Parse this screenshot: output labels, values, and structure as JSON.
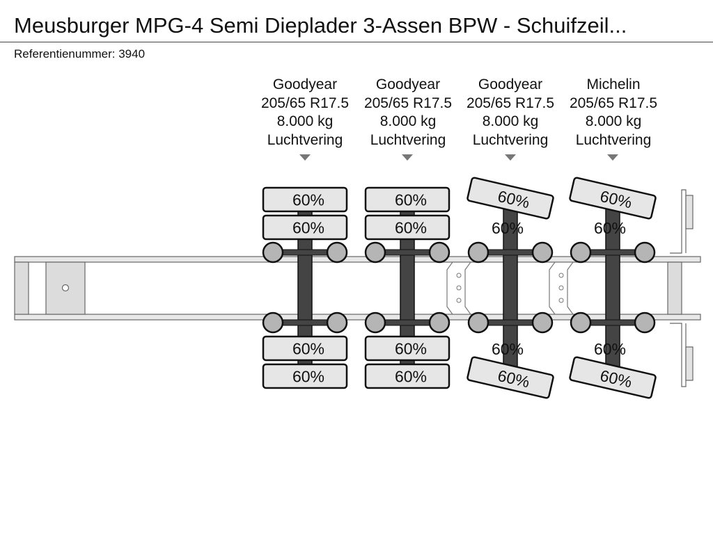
{
  "title": "Meusburger MPG-4 Semi Dieplader 3-Assen BPW - Schuifzeil...",
  "reference": "Referentienummer: 3940",
  "axles": [
    {
      "brand": "Goodyear",
      "size": "205/65 R17.5",
      "load": "8.000 kg",
      "suspension": "Luchtvering",
      "steering": false,
      "tread": {
        "top_outer": "60%",
        "top_inner": "60%",
        "bottom_inner": "60%",
        "bottom_outer": "60%"
      }
    },
    {
      "brand": "Goodyear",
      "size": "205/65 R17.5",
      "load": "8.000 kg",
      "suspension": "Luchtvering",
      "steering": false,
      "tread": {
        "top_outer": "60%",
        "top_inner": "60%",
        "bottom_inner": "60%",
        "bottom_outer": "60%"
      }
    },
    {
      "brand": "Goodyear",
      "size": "205/65 R17.5",
      "load": "8.000 kg",
      "suspension": "Luchtvering",
      "steering": true,
      "tread": {
        "top_outer": "60%",
        "top_inner": "60%",
        "bottom_inner": "60%",
        "bottom_outer": "60%"
      }
    },
    {
      "brand": "Michelin",
      "size": "205/65 R17.5",
      "load": "8.000 kg",
      "suspension": "Luchtvering",
      "steering": true,
      "tread": {
        "top_outer": "60%",
        "top_inner": "60%",
        "bottom_inner": "60%",
        "bottom_outer": "60%"
      }
    }
  ],
  "colors": {
    "axle": "#444444",
    "hub": "#b5b5b5",
    "tire_fill": "#e6e6e6",
    "chassis": "#d9d9d9",
    "marker": "#777777"
  }
}
